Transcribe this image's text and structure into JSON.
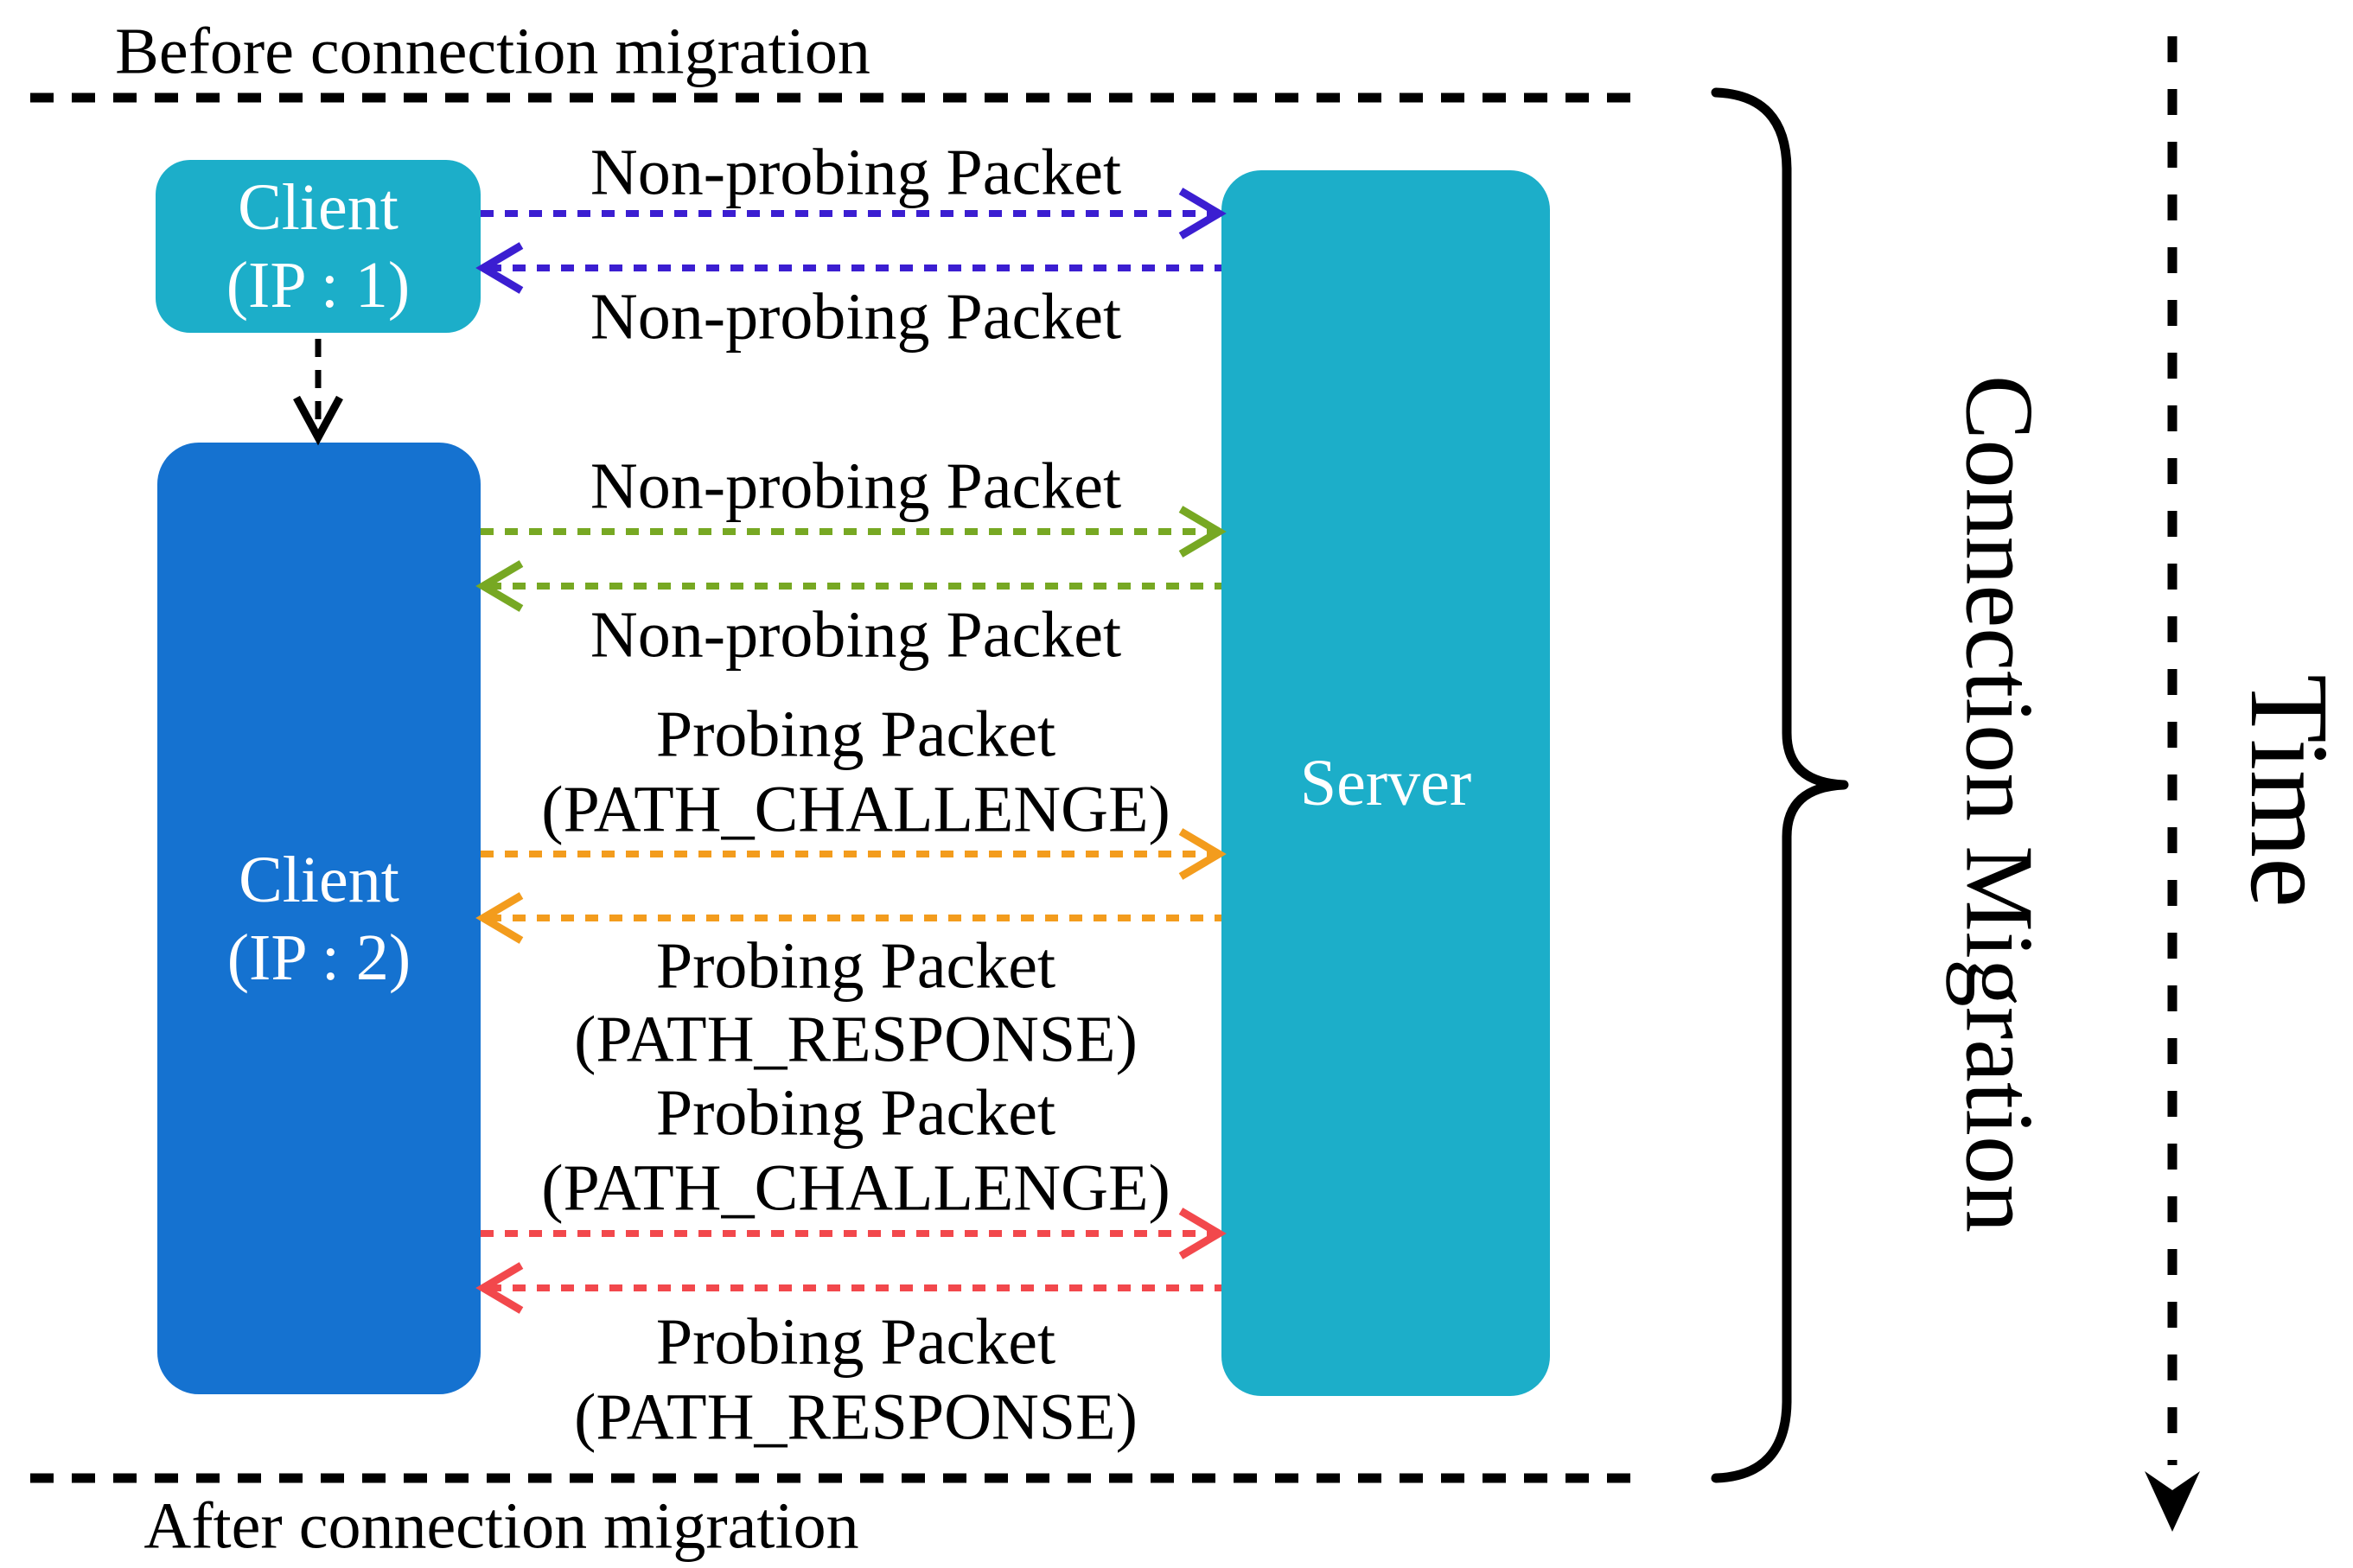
{
  "figure": {
    "top_label": "Before connection migration",
    "bottom_label": "After connection migration"
  },
  "nodes": {
    "client_ip1": {
      "line1": "Client",
      "line2": "(IP : 1)"
    },
    "client_ip2": {
      "line1": "Client",
      "line2": "(IP : 2)"
    },
    "server": {
      "label": "Server"
    }
  },
  "message_labels": [
    "Non-probing Packet",
    "Non-probing Packet",
    "Non-probing Packet",
    "Non-probing Packet",
    "Probing Packet",
    "(PATH_CHALLENGE)",
    "Probing Packet",
    "(PATH_RESPONSE)",
    "Probing Packet",
    "(PATH_CHALLENGE)",
    "Probing Packet",
    "(PATH_RESPONSE)"
  ],
  "arrows": [
    {
      "label": "Non-probing Packet",
      "direction": "client-to-server",
      "color": "#3b1ed1",
      "phase": "before-migration"
    },
    {
      "label": "Non-probing Packet",
      "direction": "server-to-client",
      "color": "#3b1ed1",
      "phase": "before-migration"
    },
    {
      "label": "Non-probing Packet",
      "direction": "client-to-server",
      "color": "#77a823",
      "phase": "migration"
    },
    {
      "label": "Non-probing Packet",
      "direction": "server-to-client",
      "color": "#77a823",
      "phase": "migration"
    },
    {
      "label": "Probing Packet (PATH_CHALLENGE)",
      "direction": "client-to-server",
      "color": "#f39c1d",
      "phase": "migration"
    },
    {
      "label": "Probing Packet (PATH_RESPONSE)",
      "direction": "server-to-client",
      "color": "#f39c1d",
      "phase": "migration"
    },
    {
      "label": "Probing Packet (PATH_CHALLENGE)",
      "direction": "client-to-server",
      "color": "#f2484c",
      "phase": "migration"
    },
    {
      "label": "Probing Packet (PATH_RESPONSE)",
      "direction": "server-to-client",
      "color": "#f2484c",
      "phase": "migration"
    }
  ],
  "side": {
    "brace_label": "Connection Migration",
    "time_label": "Time"
  },
  "colors": {
    "node_teal": "#1caec9",
    "node_blue": "#1572d0",
    "arrow_purple": "#3b1ed1",
    "arrow_green": "#77a823",
    "arrow_orange": "#f39c1d",
    "arrow_red": "#f2484c",
    "line_black": "#000000",
    "node_text": "#ffffff"
  }
}
